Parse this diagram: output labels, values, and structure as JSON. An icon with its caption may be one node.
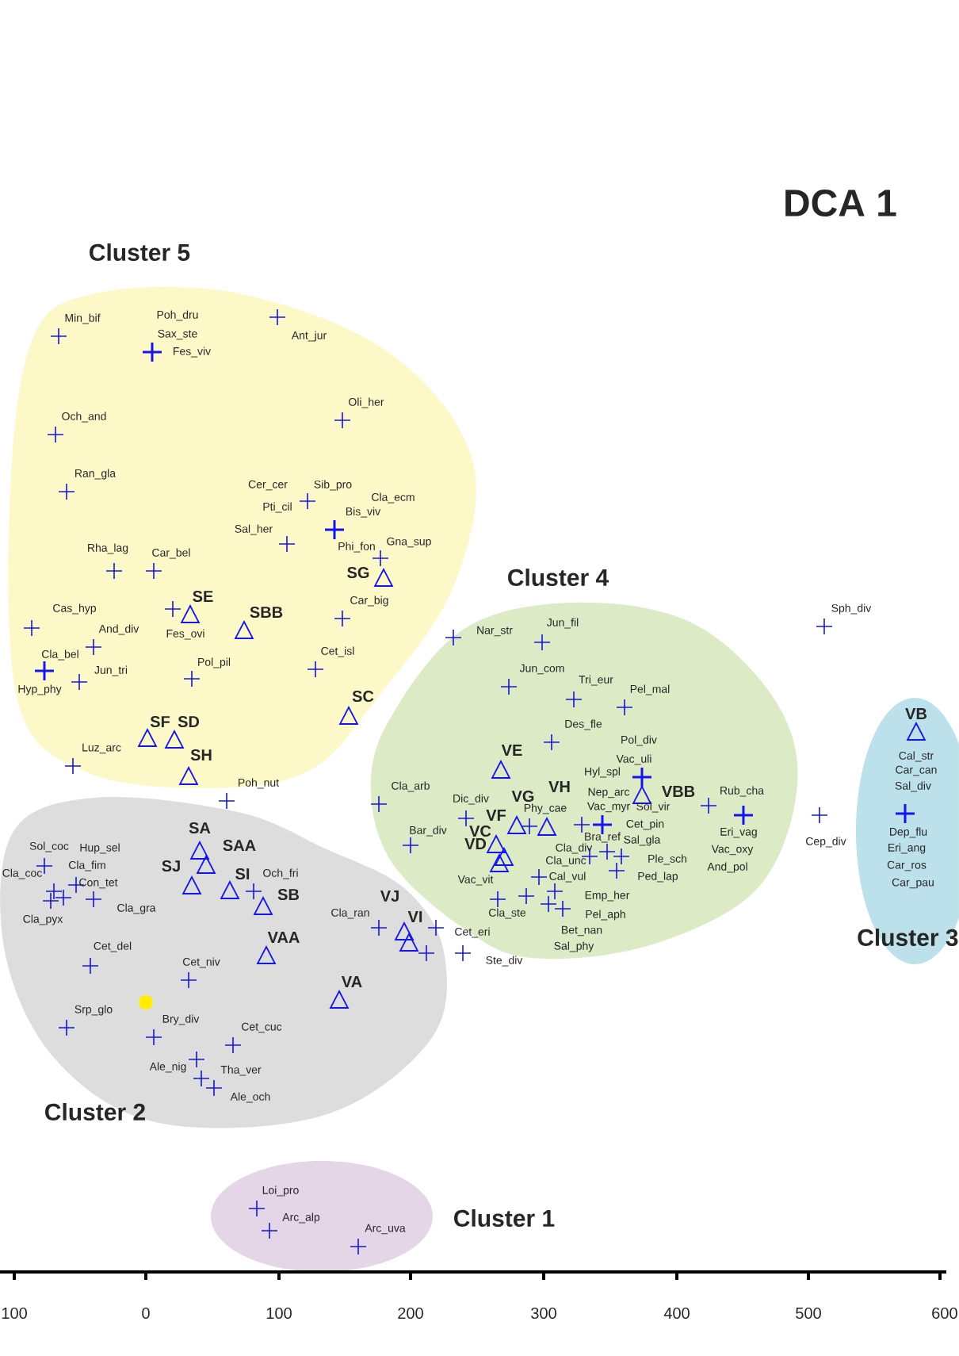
{
  "diagram": {
    "title": "DCA 1",
    "nodes": [
      {
        "text": [
          "Cluster 5"
        ]
      },
      {
        "text": [
          "Cluster 4"
        ]
      },
      {
        "text": [
          "Cluster 3"
        ]
      },
      {
        "text": [
          "Cluster 2"
        ]
      },
      {
        "text": [
          "Cluster 1"
        ]
      }
    ],
    "labels": [
      "Min_bif",
      "Poh_dru",
      "Sax_ste",
      "Fes_viv",
      "Ant_jur",
      "Och_and",
      "Oli_her",
      "Ran_gla",
      "Cer_cer",
      "Sib_pro",
      "Cla_ecm",
      "Pti_cil",
      "Bis_viv",
      "Sal_her",
      "Rha_lag",
      "Car_bel",
      "Phi_fon",
      "Gna_sup",
      "SG",
      "SE",
      "Car_big",
      "Cas_hyp",
      "SBB",
      "And_div",
      "Fes_ovi",
      "Cla_bel",
      "Cet_isl",
      "Pol_pil",
      "Jun_tri",
      "Hyp_phy",
      "SC",
      "SF",
      "SD",
      "Luz_arc",
      "SH",
      "Poh_nut",
      "Nar_str",
      "Jun_fil",
      "Jun_com",
      "Tri_eur",
      "Pel_mal",
      "Des_fle",
      "Pol_div",
      "VE",
      "Vac_uli",
      "Hyl_spl",
      "Cla_arb",
      "VH",
      "Nep_arc",
      "VBB",
      "Rub_cha",
      "Dic_div",
      "VG",
      "Phy_cae",
      "Vac_myr",
      "Sol_vir",
      "VF",
      "Cet_pin",
      "Bar_div",
      "VC",
      "VD",
      "Bra_ref",
      "Sal_gla",
      "Eri_vag",
      "Cla_div",
      "Vac_oxy",
      "Cla_unc",
      "Ple_sch",
      "And_pol",
      "Vac_vit",
      "Cal_vul",
      "Ped_lap",
      "Emp_her",
      "Cla_ste",
      "Pel_aph",
      "Bet_nan",
      "Sal_phy",
      "Sph_div",
      "Cep_div",
      "VB",
      "Cal_str",
      "Car_can",
      "Sal_div",
      "Dep_flu",
      "Eri_ang",
      "Car_ros",
      "Car_pau",
      "SA",
      "Sol_coc",
      "Hup_sel",
      "SAA",
      "Cla_fim",
      "SJ",
      "Cla_coc",
      "SI",
      "Och_fri",
      "Con_tet",
      "SB",
      "VJ",
      "Cla_pyx",
      "Cla_gra",
      "Cla_ran",
      "VI",
      "Cet_eri",
      "VAA",
      "Cet_del",
      "Cet_niv",
      "Ste_div",
      "VA",
      "Srp_glo",
      "Bry_div",
      "Cet_cuc",
      "Ale_nig",
      "Tha_ver",
      "Ale_och",
      "Loi_pro",
      "Arc_alp",
      "Arc_uva",
      "100",
      "0",
      "100",
      "200",
      "300",
      "400",
      "500",
      "600"
    ]
  }
}
